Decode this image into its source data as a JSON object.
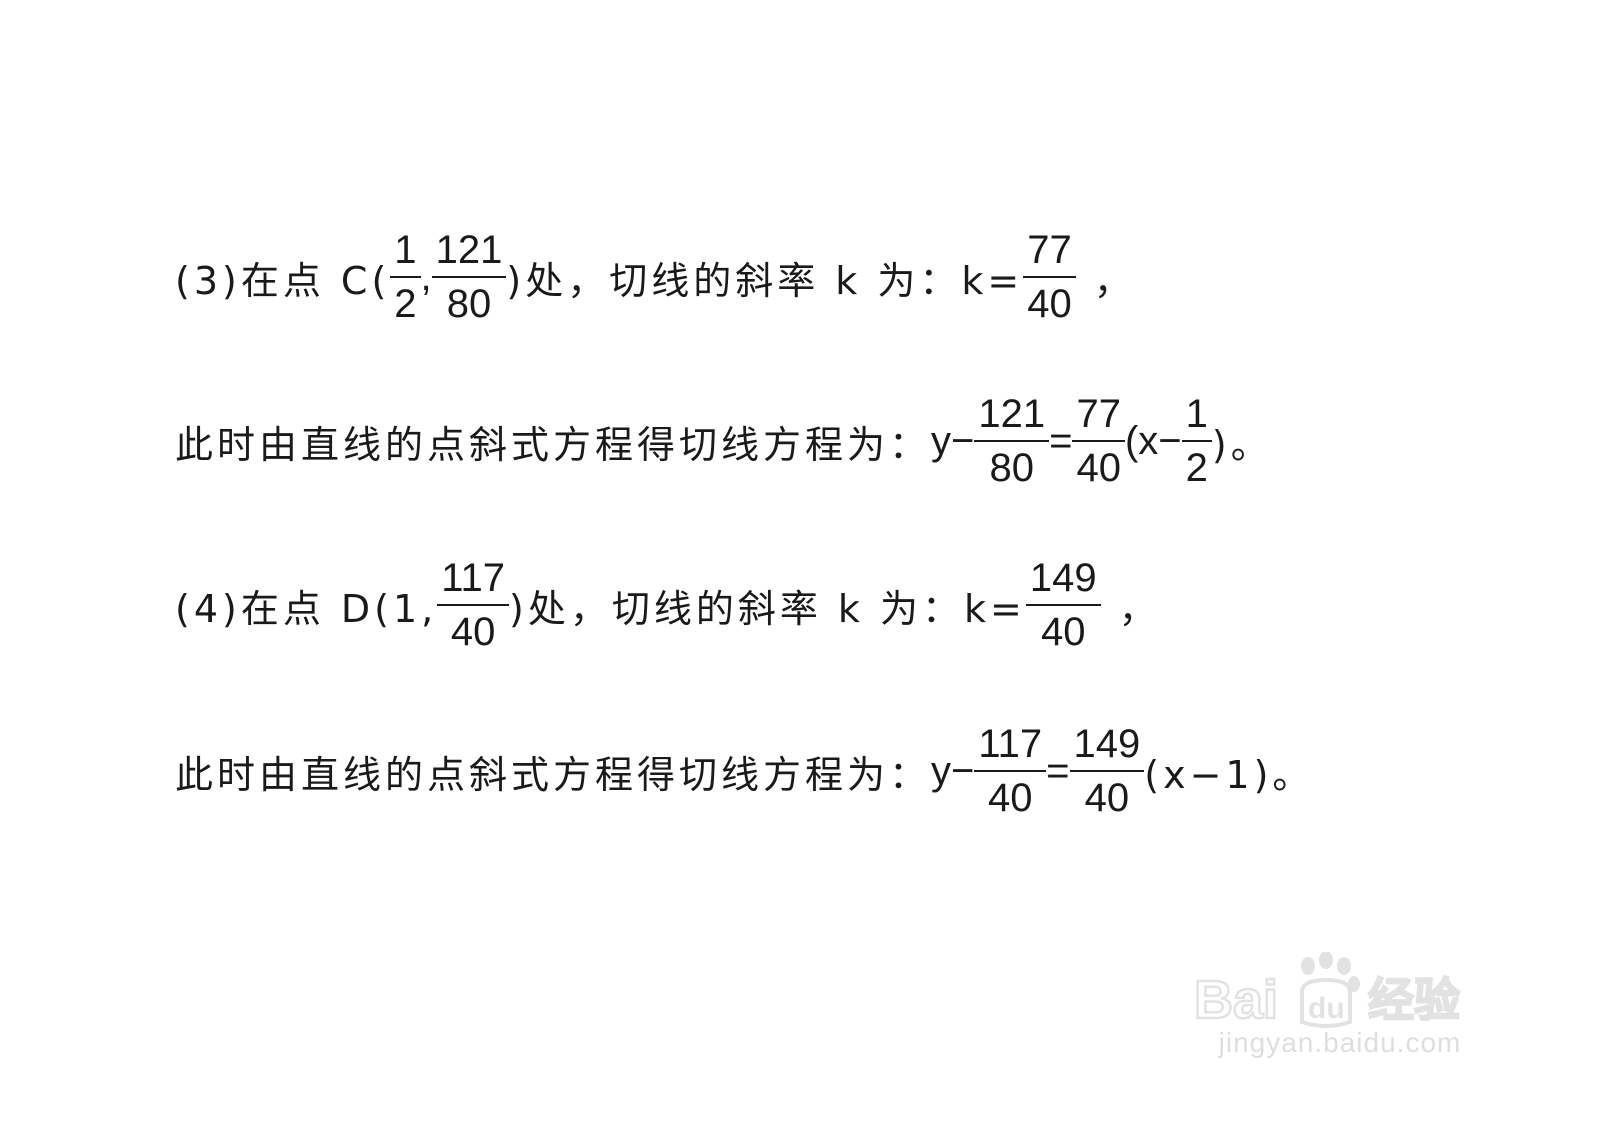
{
  "watermark": {
    "logo_text": "Bai du 经验",
    "url": "jingyan.baidu.com"
  },
  "lines": [
    {
      "prefix": "(3)在点 C(",
      "point_x_num": "1",
      "point_x_den": "2",
      "comma": ",",
      "point_y_num": "121",
      "point_y_den": "80",
      "mid": ")处，切线的斜率 k 为：k=",
      "k_num": "77",
      "k_den": "40",
      "suffix": "，"
    },
    {
      "prefix": "此时由直线的点斜式方程得切线方程为：",
      "y_lead": "y−",
      "y_num": "121",
      "y_den": "80",
      "eq": "=",
      "k_num": "77",
      "k_den": "40",
      "paren_open": "(x−",
      "x_num": "1",
      "x_den": "2",
      "paren_close": ")。"
    },
    {
      "prefix": "(4)在点 D(1,",
      "point_y_num": "117",
      "point_y_den": "40",
      "mid": ")处，切线的斜率 k 为：k=",
      "k_num": "149",
      "k_den": "40",
      "suffix": "，"
    },
    {
      "prefix": "此时由直线的点斜式方程得切线方程为：",
      "y_lead": "y−",
      "y_num": "117",
      "y_den": "40",
      "eq": "=",
      "k_num": "149",
      "k_den": "40",
      "tail": "(x−1)。"
    }
  ]
}
